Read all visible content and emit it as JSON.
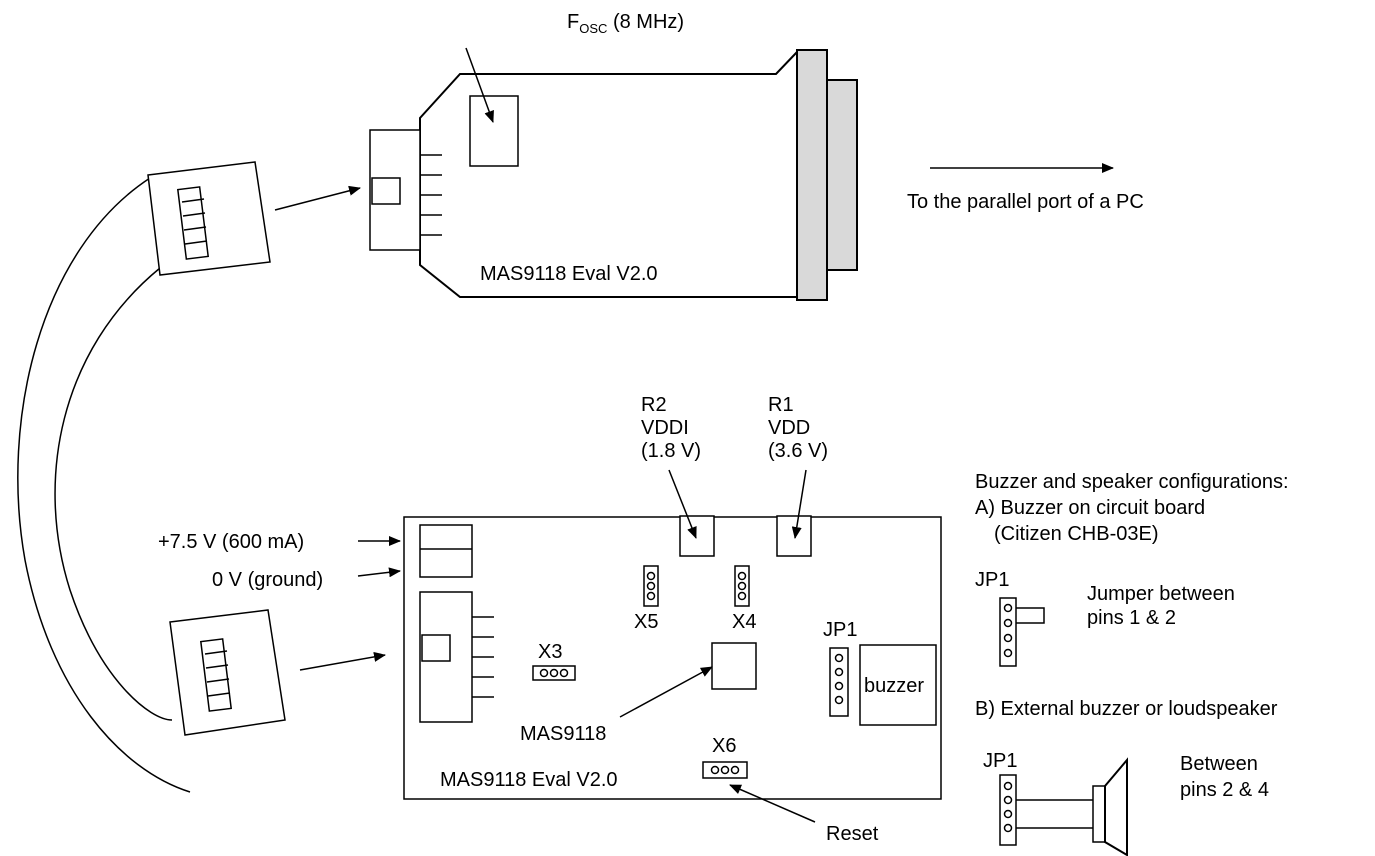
{
  "colors": {
    "connector_fill": "#d9d9d9",
    "ink": "#000000"
  },
  "dongle": {
    "fosc_main": "F",
    "fosc_sub": "OSC",
    "fosc_rest": " (8 MHz)",
    "board_label": "MAS9118  Eval V2.0",
    "to_pc_label": "To the parallel port of a PC"
  },
  "board": {
    "power_label": "+7.5 V (600 mA)",
    "ground_label": "0 V (ground)",
    "r2": [
      "R2",
      "VDDI",
      "(1.8 V)"
    ],
    "r1": [
      "R1",
      "VDD",
      "(3.6 V)"
    ],
    "x5": "X5",
    "x4": "X4",
    "x3": "X3",
    "x6": "X6",
    "jp1": "JP1",
    "buzzer": "buzzer",
    "chip": "MAS9118",
    "board_label": "MAS9118 Eval V2.0",
    "reset": "Reset"
  },
  "config": {
    "title": "Buzzer and speaker configurations:",
    "a_title": "A) Buzzer on circuit board",
    "a_sub": "(Citizen CHB-03E)",
    "a_jp1": "JP1",
    "a_note": [
      "Jumper between",
      "pins 1 & 2"
    ],
    "b_title": "B) External buzzer or loudspeaker",
    "b_jp1": "JP1",
    "b_note": [
      "Between",
      "pins 2 & 4"
    ]
  },
  "icons": [
    "ribbon-cable-icon",
    "connector-plug-icon",
    "loudspeaker-icon",
    "arrow-icon"
  ]
}
